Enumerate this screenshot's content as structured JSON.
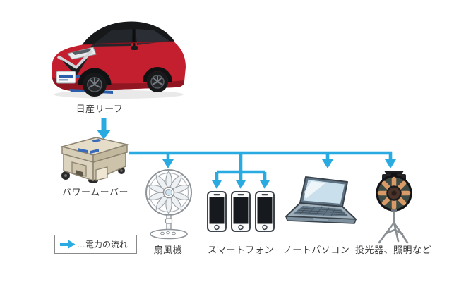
{
  "diagram": {
    "car": {
      "label": "日産リーフ"
    },
    "power_mover": {
      "label": "パワームーバー"
    },
    "devices": {
      "fan": {
        "label": "扇風機"
      },
      "smartphones": {
        "label": "スマートフォン",
        "count": 3
      },
      "laptop": {
        "label": "ノートパソコン"
      },
      "floodlight": {
        "label": "投光器、照明など"
      }
    },
    "legend": {
      "label": "…電力の流れ"
    },
    "colors": {
      "flow_arrow": "#29ABE2",
      "label_text": "#3A3A3A",
      "background": "#FFFFFF"
    }
  }
}
